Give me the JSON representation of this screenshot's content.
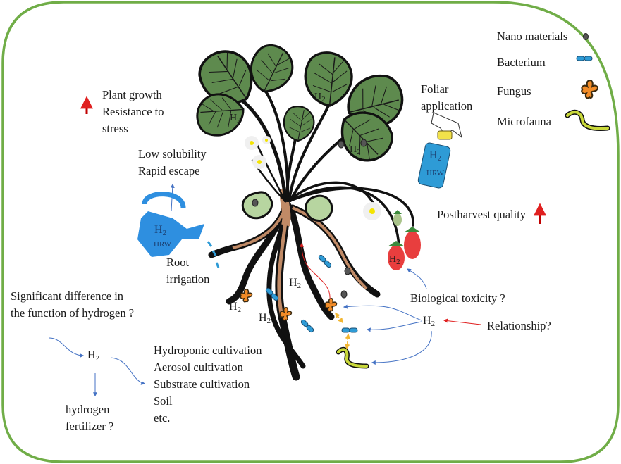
{
  "figure": {
    "border_color": "#70ad47",
    "legend": {
      "items": [
        {
          "label": "Nano materials",
          "icon": "nanoparticle-icon",
          "color": "#4a4a4a"
        },
        {
          "label": "Bacterium",
          "icon": "bacterium-icon",
          "color": "#2e9bd6"
        },
        {
          "label": "Fungus",
          "icon": "fungus-icon",
          "color": "#f28c28"
        },
        {
          "label": "Microfauna",
          "icon": "microfauna-icon",
          "color": "#c9d83a"
        }
      ]
    },
    "effects": {
      "line1": "Plant growth",
      "line2": "Resistance to",
      "line3": "stress",
      "arrow_icon": "up-arrow-icon",
      "arrow_color": "#c00000"
    },
    "solubility": {
      "line1": "Low solubility",
      "line2": "Rapid escape"
    },
    "watering_can": {
      "h2": "H",
      "h2_sub": "2",
      "hrw": "HRW",
      "color": "#2e8fe0",
      "caption_line1": "Root",
      "caption_line2": "irrigation"
    },
    "spray_bottle": {
      "caption_line1": "Foliar",
      "caption_line2": "application",
      "h2": "H",
      "h2_sub": "2",
      "hrw": "HRW",
      "color": "#2e9bd6"
    },
    "postharvest": {
      "label": "Postharvest quality",
      "arrow_icon": "up-arrow-icon"
    },
    "toxicity": {
      "label": "Biological toxicity ?"
    },
    "relationship": {
      "h2": "H",
      "h2_sub": "2",
      "label": "Relationship?"
    },
    "difference": {
      "line1": "Significant difference in",
      "line2": "the function of hydrogen ?"
    },
    "cultivation": {
      "h2": "H",
      "h2_sub": "2",
      "methods": [
        "Hydroponic cultivation",
        "Aerosol cultivation",
        "Substrate cultivation",
        "Soil",
        "etc."
      ],
      "fertilizer_line1": "hydrogen",
      "fertilizer_line2": "fertilizer ?"
    },
    "plant_labels": {
      "h2": "H",
      "h2_sub": "2"
    }
  }
}
